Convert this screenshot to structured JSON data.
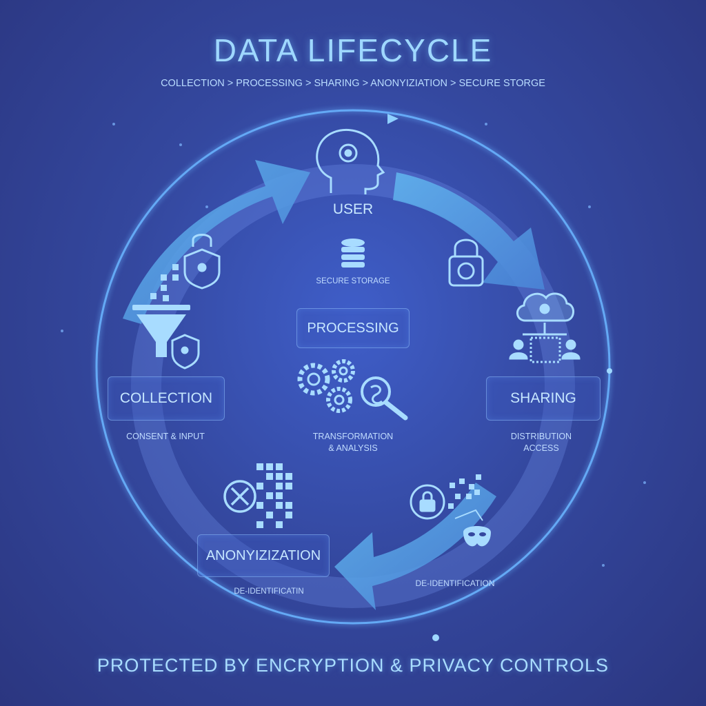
{
  "title": "DATA LIFECYCLE",
  "subtitle": "COLLECTION > PROCESSING > SHARING > ANONYIZIATION > SECURE STORGE",
  "footer": "PROTECTED BY ENCRYPTION & PRIVACY CONTROLS",
  "center": {
    "user_label": "USER",
    "storage_label": "SECURE STORAGE",
    "processing_label": "PROCESSING",
    "processing_caption_1": "TRANSFORMATION",
    "processing_caption_2": "& ANALYSIS"
  },
  "collection": {
    "label": "COLLECTION",
    "caption": "CONSENT & INPUT"
  },
  "sharing": {
    "label": "SHARING",
    "caption_1": "DISTRIBUTION",
    "caption_2": "ACCESS"
  },
  "anonymization": {
    "label": "ANONYIZIZATION",
    "caption": "DE-IDENTIFICATIN"
  },
  "deid": {
    "caption": "DE-IDENTIFICATION"
  },
  "colors": {
    "background": "#34489f",
    "ring": "#5fa8ff",
    "arrow": "#5aa6e8",
    "icon": "#9fd4ff",
    "text": "#bfe6ff"
  }
}
